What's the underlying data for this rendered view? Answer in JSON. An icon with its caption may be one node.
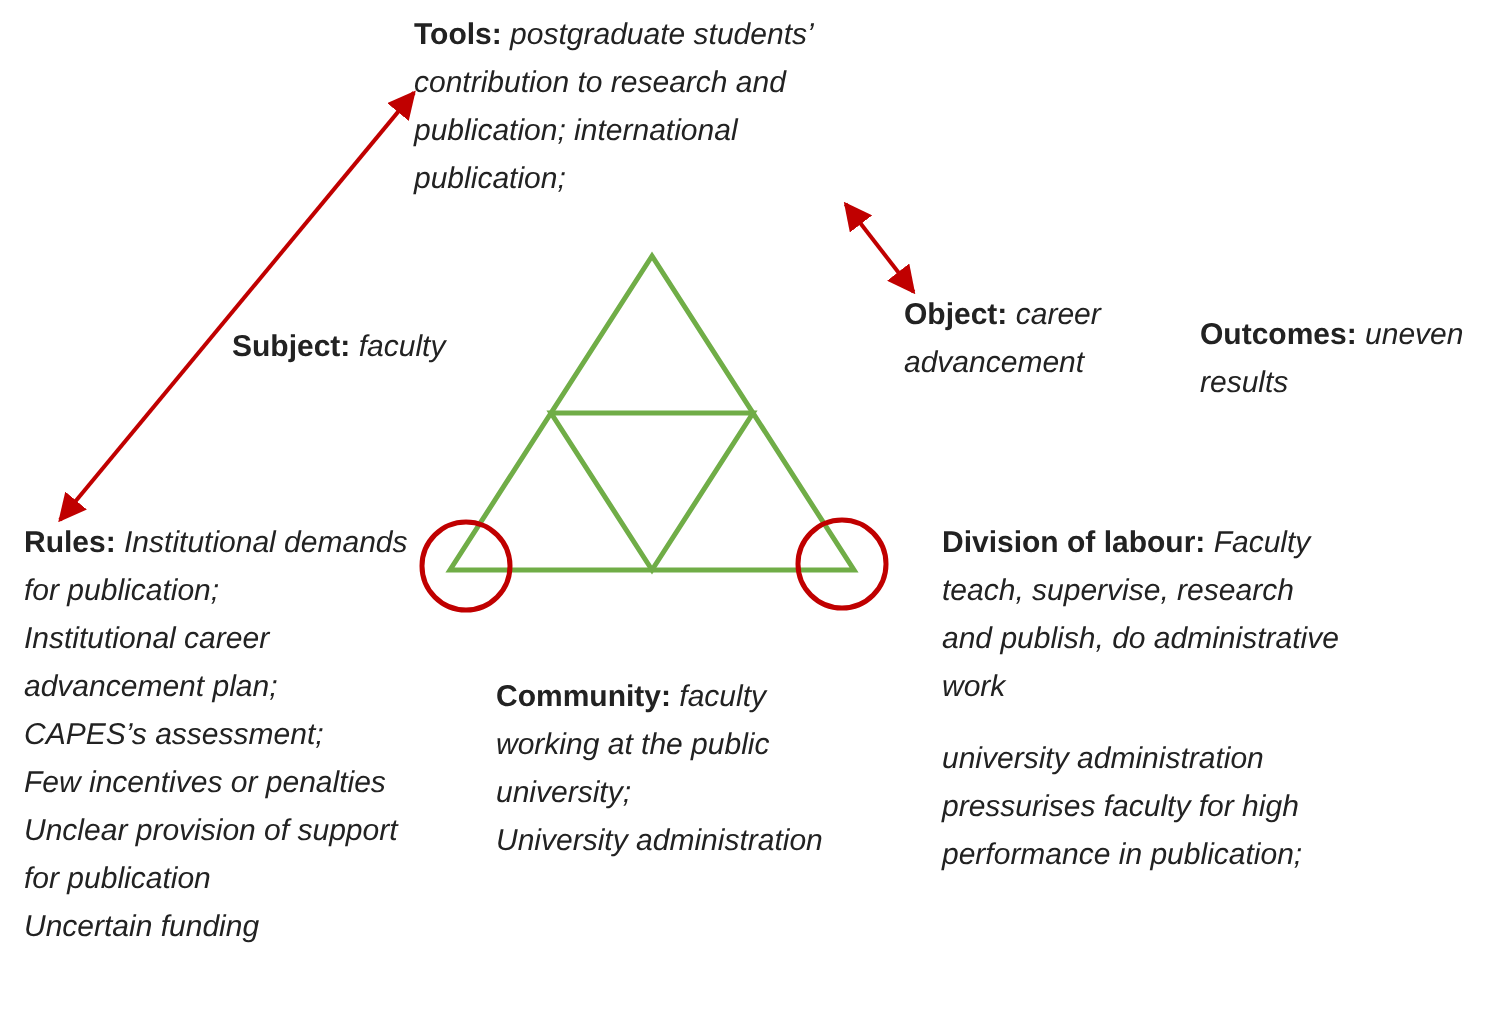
{
  "diagram": {
    "nodes": [
      {
        "text": [
          "**Tools:** postgraduate students’ contribution to research and publication; international publication;"
        ]
      },
      {
        "text": [
          "**Subject:** faculty"
        ]
      },
      {
        "text": [
          "**Object:** career advancement"
        ]
      },
      {
        "text": [
          "**Outcomes:** uneven results"
        ]
      },
      {
        "text": [
          "**Rules:** Institutional demands for publication;",
          "Institutional career advancement plan;",
          "CAPES’s assessment;",
          "Few incentives or penalties",
          "Unclear provision of support for publication",
          "Uncertain funding"
        ]
      },
      {
        "text": [
          "**Community:** faculty working at the public university;",
          "University administration"
        ]
      },
      {
        "text": [
          "**Division of labour:** Faculty teach, supervise, research and publish, do administrative work",
          "university administration pressurises faculty for high performance in publication;"
        ]
      }
    ],
    "edges": [
      {
        "from": 0,
        "to": 4,
        "arrow": "both",
        "color": "#c00000"
      },
      {
        "from": 0,
        "to": 2,
        "arrow": "both",
        "color": "#c00000"
      }
    ]
  }
}
